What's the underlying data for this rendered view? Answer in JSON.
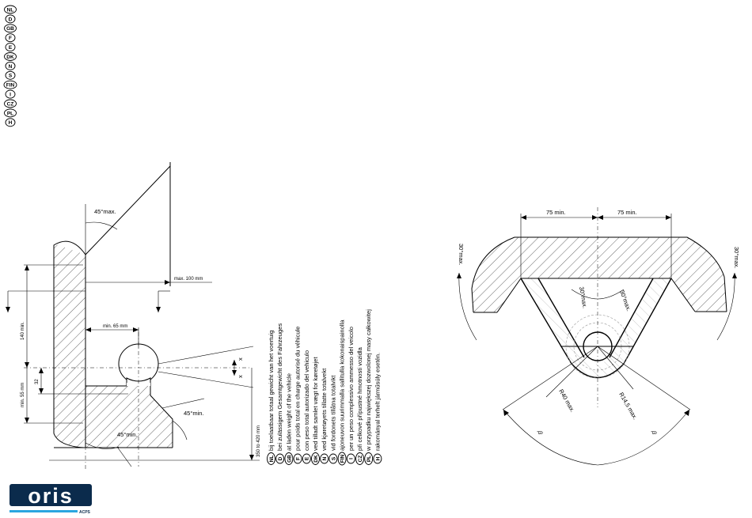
{
  "languages": [
    "NL",
    "D",
    "GB",
    "F",
    "E",
    "DK",
    "N",
    "S",
    "FIN",
    "I",
    "CZ",
    "PL",
    "H"
  ],
  "legend": [
    {
      "code": "NL",
      "text": "bij toelaatbaar totaal gewicht van het voertuig"
    },
    {
      "code": "D",
      "text": "bei zulässigem Gesamtgewicht des Fahrzeuges"
    },
    {
      "code": "GB",
      "text": "at laden weight of the vehicle"
    },
    {
      "code": "F",
      "text": "pour poids total en charge autorisé du véhicule"
    },
    {
      "code": "E",
      "text": "con peso total autorizado del vehiculo"
    },
    {
      "code": "DK",
      "text": "ved tilladt samlet vægt for køretøjet"
    },
    {
      "code": "N",
      "text": "ved kjøretøyets tillatte totalvekt"
    },
    {
      "code": "S",
      "text": "vid fordonets tillåtna totalvikt"
    },
    {
      "code": "FIN",
      "text": "ajoneuvon suurimmalla sallitulla kokonaispainolla"
    },
    {
      "code": "I",
      "text": "per un peso complessivo ammesso del veicolo"
    },
    {
      "code": "CZ",
      "text": "při celkové přípustné hmotnosti vozidla"
    },
    {
      "code": "PL",
      "text": "w przypadku największej dozwolonej masy całkowitej"
    },
    {
      "code": "H",
      "text": "rakományal terhelt járműsúly esetén."
    }
  ],
  "side_view": {
    "angle_top": "45°max.",
    "max_100": "max. 100 mm",
    "min_65": "min. 65 mm",
    "min_140": "140 min.",
    "min_55": "min. 55 mm",
    "dim_32": "32",
    "range_350_420": "350 to 420 mm",
    "angle_right": "45°min.",
    "angle_bottom": "45°min.",
    "x_label": "x"
  },
  "top_view": {
    "min_75_left": "75 min.",
    "min_75_right": "75 min.",
    "angle_30_left": "30°max.",
    "angle_30_right": "30°max.",
    "angle_30_inner_left": "30°max.",
    "angle_30_inner_right": "30°max.",
    "r40": "R40 max.",
    "r145": "R14,5 max.",
    "beta": "β"
  },
  "brand": {
    "logo_text": "oris",
    "sub_text": "ACPS",
    "color": "#0b2b4c",
    "accent": "#2aa6df"
  }
}
